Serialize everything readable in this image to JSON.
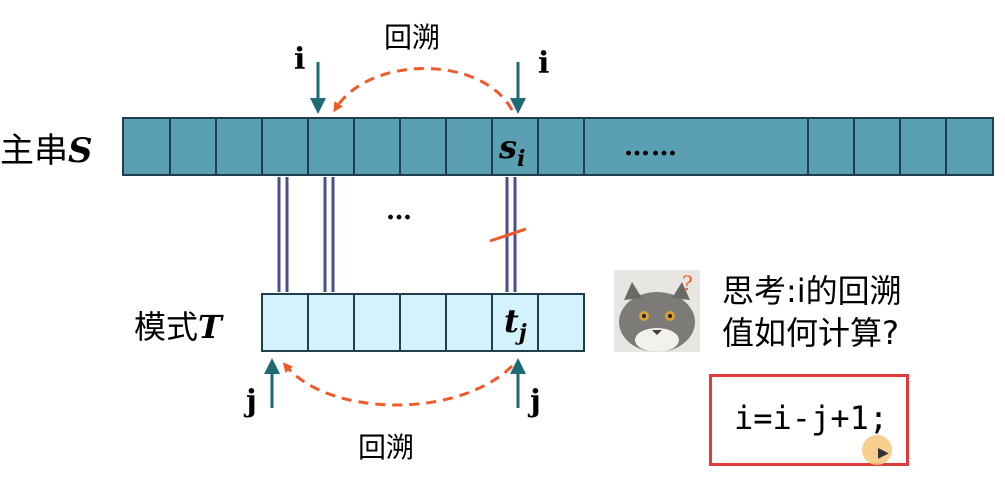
{
  "labels": {
    "main_string": "主串",
    "main_var": "S",
    "pattern_string": "模式",
    "pattern_var": "T",
    "backtrack_top": "回溯",
    "backtrack_bottom": "回溯",
    "i_left": "i",
    "i_right": "i",
    "j_left": "j",
    "j_right": "j",
    "s_char": "s",
    "s_sub": "i",
    "t_char": "t",
    "t_sub": "j",
    "ellipsis_main": "……",
    "ellipsis_mid": "…"
  },
  "question": {
    "line1": "思考:i的回溯",
    "line2": "值如何计算?"
  },
  "answer": {
    "formula": "i=i-j+1;"
  },
  "colors": {
    "main_fill": "#5b9fb3",
    "pattern_fill": "#d3f2fb",
    "box_stroke": "#1f3f4f",
    "arrow": "#1f6b73",
    "dash_arrow": "#f05a28",
    "connector": "#4a4f8a",
    "highlight": "#e23b3b"
  }
}
